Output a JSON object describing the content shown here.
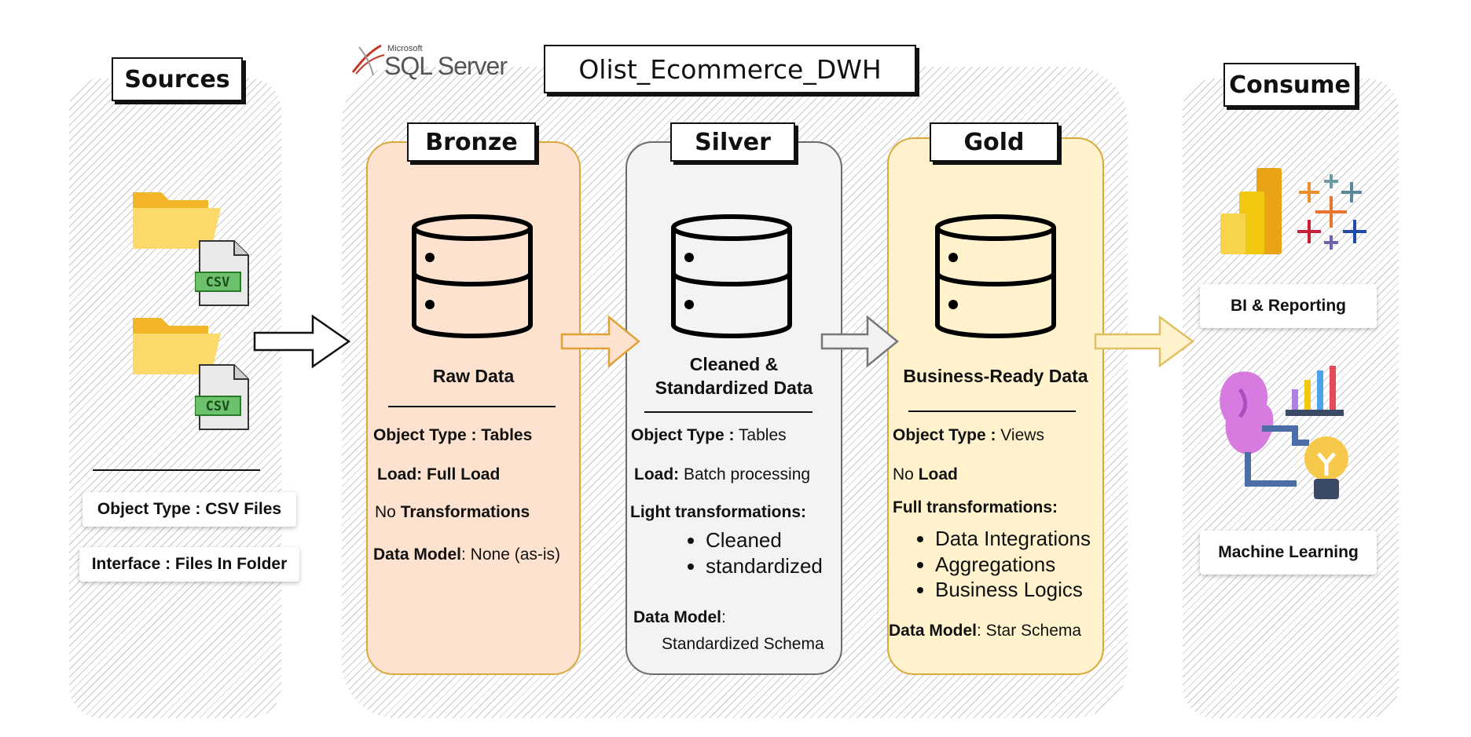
{
  "title": "Olist_Ecommerce_DWH",
  "brand": {
    "small": "Microsoft",
    "product": "SQL Server"
  },
  "sources": {
    "heading": "Sources",
    "file_badge": "CSV",
    "object_type": "Object Type : CSV Files",
    "interface": "Interface : Files In Folder"
  },
  "bronze": {
    "heading": "Bronze",
    "subtitle": "Raw Data",
    "object_type_label": "Object Type : Tables",
    "load_label": "Load: Full Load",
    "no_word": "No ",
    "transform_word": "Transformations",
    "model_label": "Data Model",
    "model_value": ": None (as-is)"
  },
  "silver": {
    "heading": "Silver",
    "subtitle_line1": "Cleaned &",
    "subtitle_line2": "Standardized Data",
    "object_type_label": "Object Type :",
    "object_type_value": " Tables",
    "load_label": "Load:",
    "load_value": " Batch processing",
    "transform_label": "Light transformations:",
    "bullets": [
      "Cleaned",
      " standardized"
    ],
    "model_label": "Data Model",
    "model_colon": ":",
    "model_value": "Standardized Schema"
  },
  "gold": {
    "heading": "Gold",
    "subtitle": "Business-Ready Data",
    "object_type_label": "Object Type :",
    "object_type_value": " Views",
    "no_word": "No ",
    "load_word": "Load",
    "transform_label": "Full transformations:",
    "bullets": [
      "Data Integrations",
      "Aggregations",
      "Business Logics"
    ],
    "model_label": "Data Model",
    "model_value": ": Star Schema"
  },
  "consume": {
    "heading": "Consume",
    "bi_label": "BI & Reporting",
    "ml_label": "Machine Learning"
  },
  "colors": {
    "bronze_fill": "#fde3cf",
    "silver_fill": "#f3f3f3",
    "gold_fill": "#fff2cc",
    "gold_border": "#d9a93a",
    "csv_green": "#6cc26c",
    "folder_yellow": "#f9c637"
  }
}
